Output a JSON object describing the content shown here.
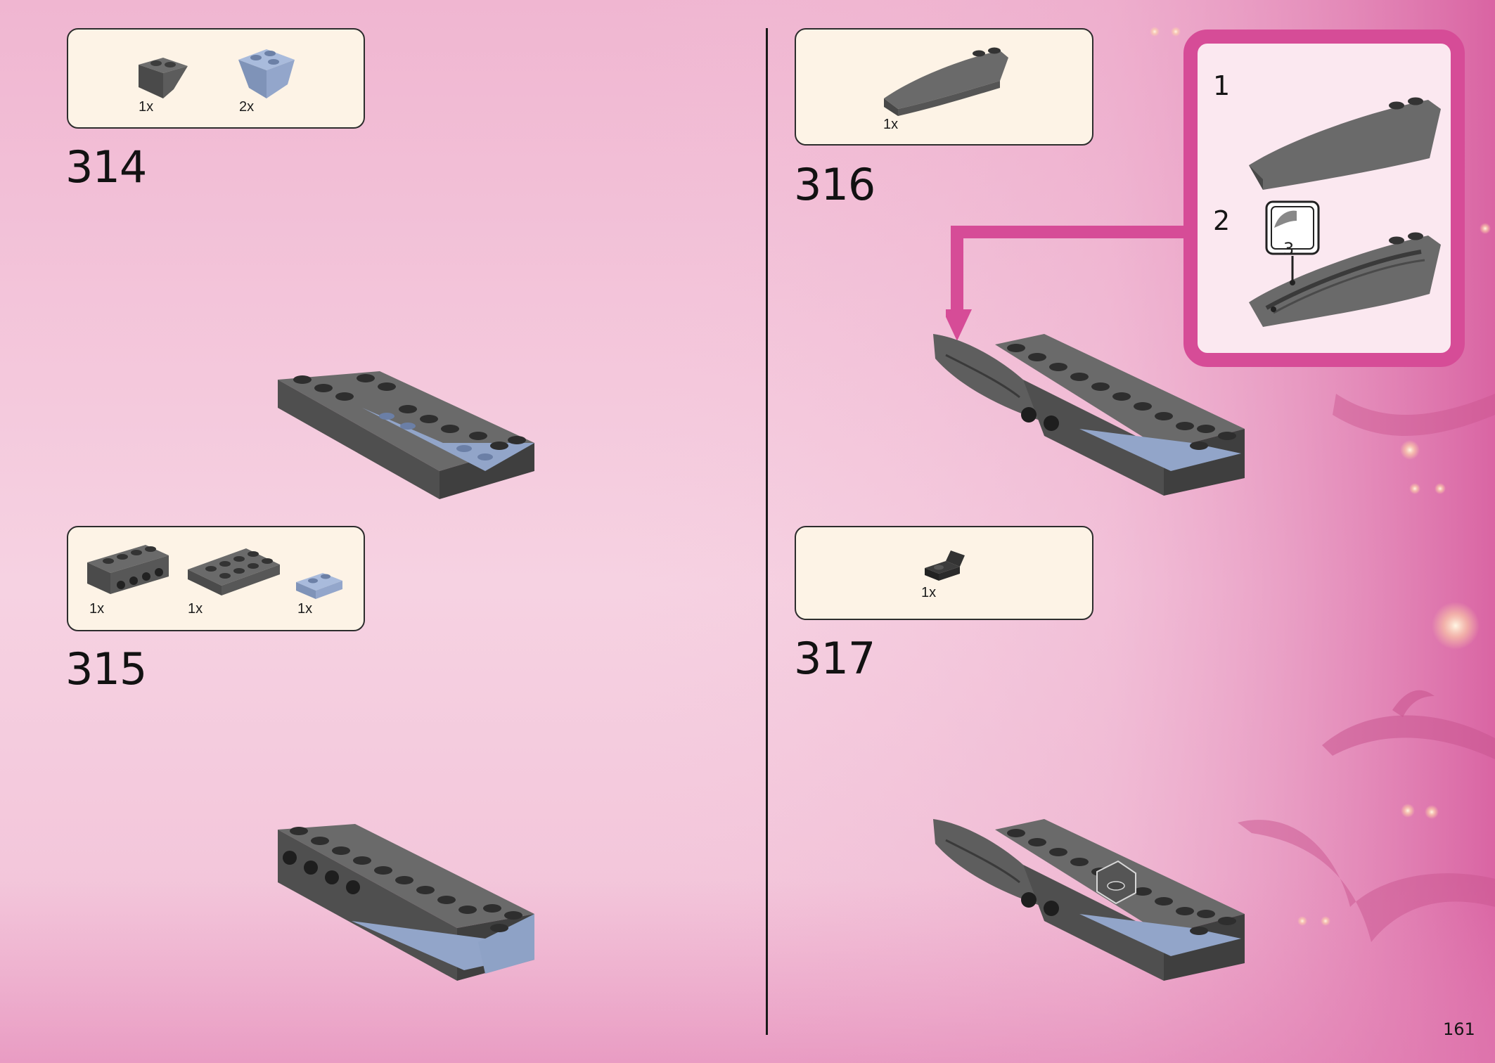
{
  "page_number": "161",
  "colors": {
    "accent_magenta": "#d64c97",
    "parts_box_fill": "#fdf3e6",
    "dark_grey_brick": "#5a5a5a",
    "sand_blue_brick": "#8ea2c6"
  },
  "steps": [
    {
      "number": "314",
      "parts": [
        {
          "qty": "1x",
          "part": "slope-inverted-dark-grey"
        },
        {
          "qty": "2x",
          "part": "slope-inverted-sand-blue"
        }
      ]
    },
    {
      "number": "315",
      "parts": [
        {
          "qty": "1x",
          "part": "technic-brick-1x4-dark-grey"
        },
        {
          "qty": "1x",
          "part": "plate-2x4-dark-grey"
        },
        {
          "qty": "1x",
          "part": "plate-1x2-sand-blue"
        }
      ]
    },
    {
      "number": "316",
      "parts": [
        {
          "qty": "1x",
          "part": "wedge-slope-dark-grey"
        }
      ]
    },
    {
      "number": "317",
      "parts": [
        {
          "qty": "1x",
          "part": "bracket-black"
        }
      ]
    }
  ],
  "callout": {
    "substeps": [
      {
        "number": "1"
      },
      {
        "number": "2",
        "sticker": "3"
      }
    ]
  }
}
